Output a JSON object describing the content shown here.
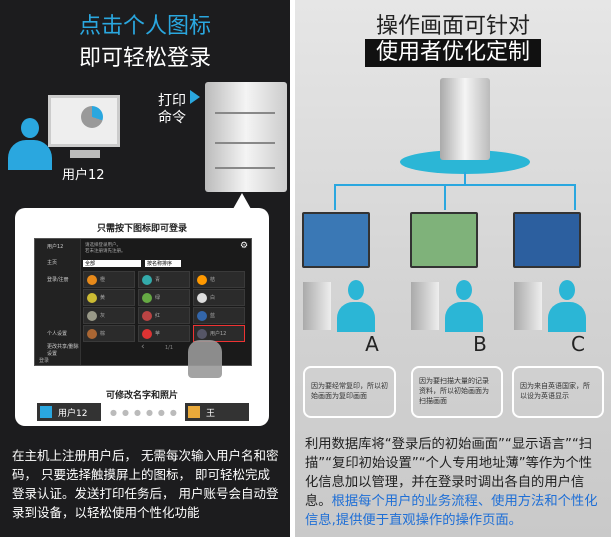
{
  "left": {
    "title_line1": "点击个人图标",
    "title_line2": "即可轻松登录",
    "user_label": "用户12",
    "print_command": "打印\n命令",
    "bubble_title": "只需按下图标即可登录",
    "screen": {
      "top_user": "用户12",
      "message": "请选择登录用户。\n若未注册请先注册。",
      "side_items": [
        "主页",
        "登录/注册"
      ],
      "side_bottom": [
        "个人设置",
        "更改共享/删除设置"
      ],
      "filter": "全部",
      "sort": "按名称排序",
      "tiles": [
        "橙",
        "青",
        "桔",
        "黄",
        "绿",
        "白",
        "灰",
        "红",
        "蓝",
        "棕",
        "苹",
        "用户12"
      ],
      "page": "1/1",
      "footer": "登录"
    },
    "edit_caption": "可修改名字和照片",
    "chip_before": "用户12",
    "chip_after": "王",
    "description": "在主机上注册用户后， 无需每次输入用户名和密码， 只要选择触摸屏上的图标， 即可轻松完成登录认证。发送打印任务后， 用户账号会自动登录到设备，以轻松使用个性化功能"
  },
  "right": {
    "title_line1": "操作画面可针对",
    "title_line2": "使用者优化定制",
    "users": [
      {
        "letter": "A",
        "note": "因为要经常复印，所以初始画面为复印画面"
      },
      {
        "letter": "B",
        "note": "因为要扫描大量的记录资料，所以初始画面为扫描画面"
      },
      {
        "letter": "C",
        "note": "因为来自英语国家，所以设为英语显示"
      }
    ],
    "description_plain": "利用数据库将“登录后的初始画面”“显示语言”“扫描”“复印初始设置”“个人专用地址薄”等作为个性化信息加以管理，并在登录时调出各自的用户信息。",
    "description_highlight": "根据每个用户的业务流程、使用方法和个性化信息,提供便于直观操作的操作页面。"
  },
  "colors": {
    "cyan": "#2aa7df",
    "blue_text": "#1f6fd6",
    "dark": "#1c1c1e"
  }
}
